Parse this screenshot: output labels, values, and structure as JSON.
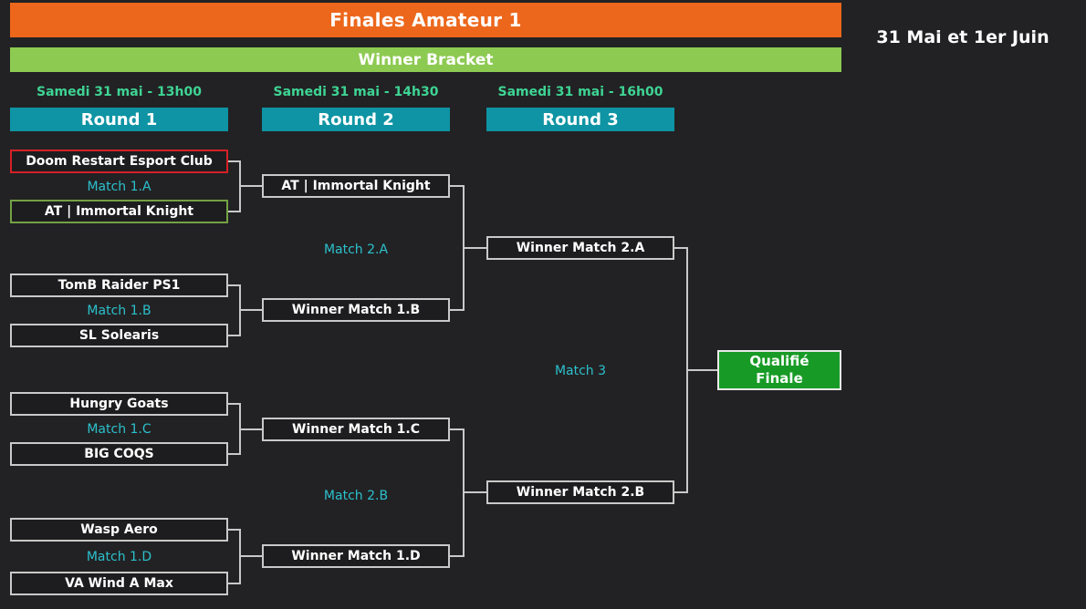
{
  "header": {
    "title": "Finales Amateur 1",
    "date_range": "31 Mai et 1er Juin",
    "bracket": "Winner Bracket"
  },
  "rounds": [
    {
      "label": "Round 1",
      "schedule": "Samedi 31 mai - 13h00"
    },
    {
      "label": "Round 2",
      "schedule": "Samedi 31 mai - 14h30"
    },
    {
      "label": "Round 3",
      "schedule": "Samedi 31 mai - 16h00"
    }
  ],
  "bracket": {
    "round1": [
      {
        "match": "Match 1.A",
        "team_top": "Doom Restart Esport Club",
        "team_bottom": "AT | Immortal Knight",
        "top_status": "eliminated",
        "bottom_status": "advanced"
      },
      {
        "match": "Match 1.B",
        "team_top": "TomB Raider PS1",
        "team_bottom": "SL Solearis",
        "top_status": "pending",
        "bottom_status": "pending"
      },
      {
        "match": "Match 1.C",
        "team_top": "Hungry Goats",
        "team_bottom": "BIG COQS",
        "top_status": "pending",
        "bottom_status": "pending"
      },
      {
        "match": "Match 1.D",
        "team_top": "Wasp Aero",
        "team_bottom": "VA Wind A Max",
        "top_status": "pending",
        "bottom_status": "pending"
      }
    ],
    "round2": [
      {
        "match": "Match 2.A",
        "slot_top": "AT | Immortal Knight",
        "slot_bottom": "Winner Match 1.B"
      },
      {
        "match": "Match 2.B",
        "slot_top": "Winner Match 1.C",
        "slot_bottom": "Winner Match 1.D"
      }
    ],
    "round3": {
      "match": "Match 3",
      "slot_top": "Winner Match 2.A",
      "slot_bottom": "Winner Match 2.B"
    },
    "final": {
      "line1": "Qualifié",
      "line2": "Finale"
    }
  },
  "colors": {
    "background": "#222224",
    "title_bar": "#ec671b",
    "bracket_bar": "#8dca52",
    "round_header": "#0e94a4",
    "schedule_text": "#3ed494",
    "match_label_text": "#2cc0cd",
    "connector": "#c9c9c9",
    "team_border_default": "#c9c9c9",
    "eliminated_border": "#d42127",
    "advanced_border": "#74a144",
    "qualified_fill": "#189b26"
  }
}
